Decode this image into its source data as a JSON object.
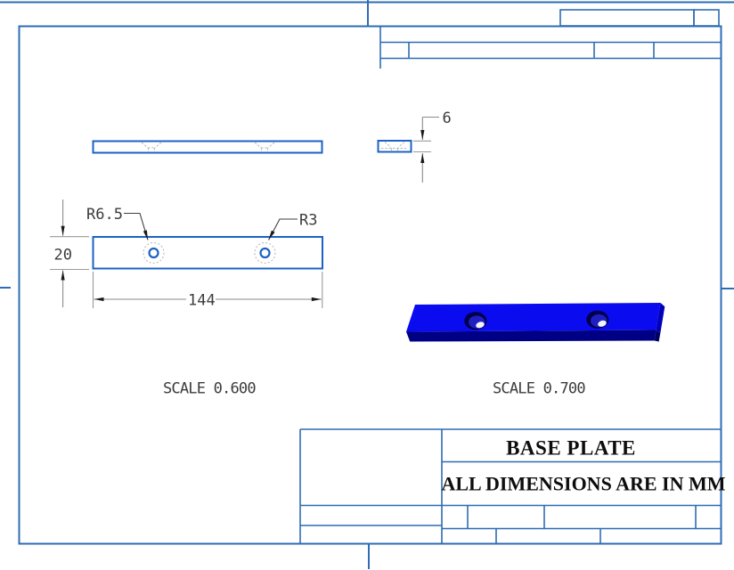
{
  "drawing": {
    "title_block": {
      "title": "BASE PLATE",
      "note": "ALL DIMENSIONS ARE IN MM"
    },
    "views": {
      "front_view": {
        "dim_height": "20",
        "dim_length": "144",
        "label_counterbore_radius": "R6.5",
        "label_hole_radius": "R3",
        "scale_label": "SCALE 0.600"
      },
      "side_view": {
        "dim_thickness": "6"
      },
      "iso_view": {
        "scale_label": "SCALE 0.700"
      }
    },
    "colors": {
      "frame_blue": "#2e6cb4",
      "part_line_blue": "#1d61c4",
      "iso_top_blue": "#0b0bef",
      "iso_front_navy": "#000085",
      "dimension_gray": "#8a8a8a",
      "hidden_line_gray": "#b8b8b8",
      "annotation_text": "#3c3c3c",
      "title_text": "#0d0d0d"
    }
  }
}
